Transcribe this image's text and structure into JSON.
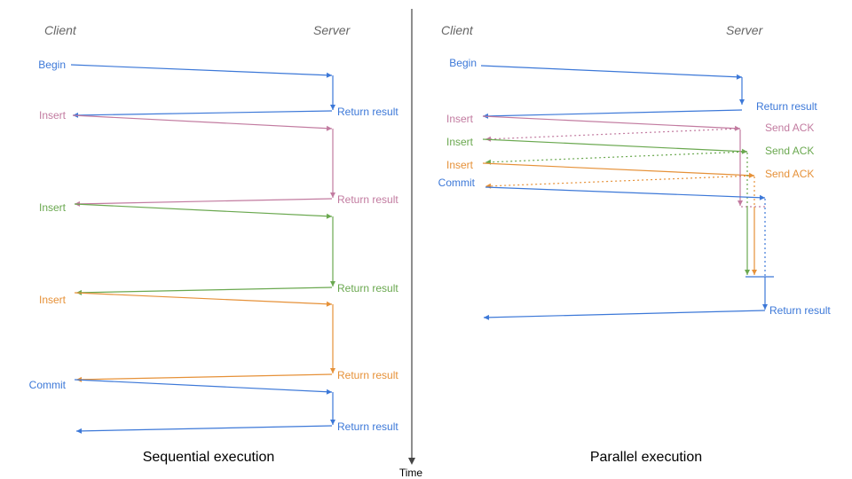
{
  "colors": {
    "blue": "#3c78d8",
    "pink": "#c27ba0",
    "green": "#6aa84f",
    "orange": "#e69138",
    "axis": "#444444"
  },
  "sequential": {
    "client": "Client",
    "server": "Server",
    "caption": "Sequential execution",
    "labels": [
      "Begin",
      "Insert",
      "Insert",
      "Insert",
      "Commit"
    ],
    "returns": [
      "Return result",
      "Return result",
      "Return result",
      "Return result",
      "Return result"
    ]
  },
  "parallel": {
    "client": "Client",
    "server": "Server",
    "caption": "Parallel execution",
    "labels": [
      "Begin",
      "Insert",
      "Insert",
      "Insert",
      "Commit"
    ],
    "begin_return": "Return result",
    "acks": [
      "Send ACK",
      "Send ACK",
      "Send ACK"
    ],
    "final_return": "Return result"
  },
  "time_label": "Time"
}
